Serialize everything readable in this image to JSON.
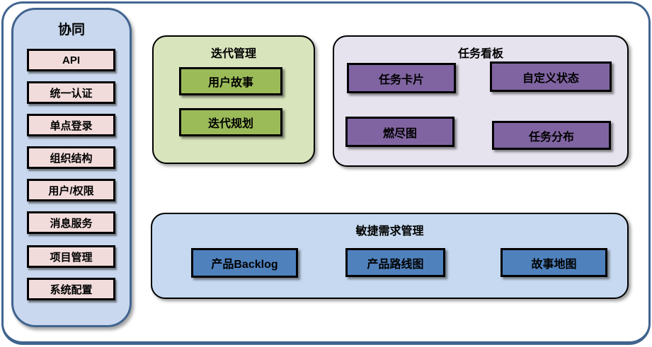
{
  "colors": {
    "frame-border": "#41648f",
    "panel-border": "#000000",
    "sidebar-bg": "#c9d8ee",
    "sidebar-border": "#41648f",
    "sidebar-item-bg": "#f2dcdb",
    "iteration-bg": "#d8e4bc",
    "iteration-item-bg": "#9bbb59",
    "kanban-bg": "#e6e2ee",
    "kanban-item-bg": "#8064a2",
    "requirements-bg": "#c6d9f0",
    "requirements-item-bg": "#4f81bd"
  },
  "sidebar": {
    "title": "协同",
    "items": [
      "API",
      "统一认证",
      "单点登录",
      "组织结构",
      "用户/权限",
      "消息服务",
      "项目管理",
      "系统配置"
    ]
  },
  "panels": {
    "iteration": {
      "title": "迭代管理",
      "items": [
        "用户故事",
        "迭代规划"
      ]
    },
    "kanban": {
      "title": "任务看板",
      "items": [
        "任务卡片",
        "自定义状态",
        "燃尽图",
        "任务分布"
      ]
    },
    "requirements": {
      "title": "敏捷需求管理",
      "items": [
        "产品Backlog",
        "产品路线图",
        "故事地图"
      ]
    }
  }
}
